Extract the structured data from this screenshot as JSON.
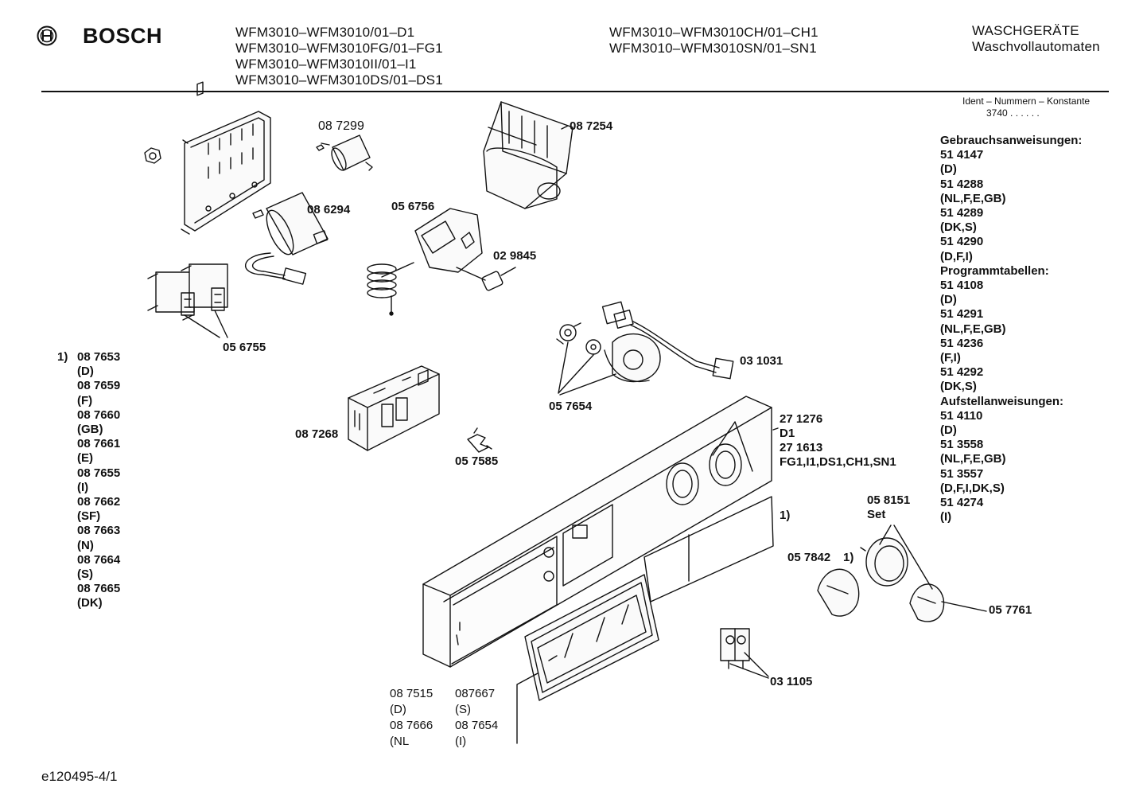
{
  "header": {
    "brand": "BOSCH",
    "models_left": [
      "WFM3010–WFM3010/01–D1",
      "WFM3010–WFM3010FG/01–FG1",
      "WFM3010–WFM3010II/01–I1",
      "WFM3010–WFM3010DS/01–DS1"
    ],
    "models_right": [
      "WFM3010–WFM3010CH/01–CH1",
      "WFM3010–WFM3010SN/01–SN1"
    ],
    "category_line1": "WASCHGERÄTE",
    "category_line2": "Waschvollautomaten"
  },
  "ident": {
    "label": "Ident – Nummern – Konstante",
    "value": "3740 . .   . . . ."
  },
  "index": [
    "Gebrauchsanweisungen:",
    "51 4147",
    "(D)",
    "51 4288",
    "(NL,F,E,GB)",
    "51 4289",
    "(DK,S)",
    "51 4290",
    "(D,F,I)",
    "Programmtabellen:",
    "51 4108",
    "(D)",
    "51 4291",
    "(NL,F,E,GB)",
    "51 4236",
    "(F,I)",
    "51 4292",
    "(DK,S)",
    "Aufstellanweisungen:",
    "51 4110",
    "(D)",
    "51 3558",
    "(NL,F,E,GB)",
    "51 3557",
    "(D,F,I,DK,S)",
    "51 4274",
    "(I)"
  ],
  "note1_marker": "1)",
  "note1_list": [
    "08 7653",
    "(D)",
    "08 7659",
    "(F)",
    "08 7660",
    "(GB)",
    "08 7661",
    "(E)",
    "08 7655",
    "(I)",
    "08 7662",
    "(SF)",
    "08 7663",
    "(N)",
    "08 7664",
    "(S)",
    "08 7665",
    "(DK)"
  ],
  "parts": {
    "p087299": "08 7299",
    "p087254": "08 7254",
    "p086294": "08 6294",
    "p056756": "05 6756",
    "p029845": "02 9845",
    "p056755": "05 6755",
    "p031031": "03 1031",
    "p057654": "05 7654",
    "p087268": "08 7268",
    "p057585": "05 7585",
    "panel_line1": "27 1276",
    "panel_line2": "D1",
    "panel_line3": "27 1613",
    "panel_line4": "FG1,I1,DS1,CH1,SN1",
    "note_ref_panel": "1)",
    "knobset_line1": "05 8151",
    "knobset_line2": "Set",
    "p057842": "05 7842",
    "note_ref_knob": "1)",
    "p057761": "05 7761",
    "p031105": "03 1105"
  },
  "bottom_table": [
    [
      "08 7515",
      "087667"
    ],
    [
      "(D)",
      "(S)"
    ],
    [
      "08 7666",
      "08 7654"
    ],
    [
      "(NL",
      "(I)"
    ]
  ],
  "footer_code": "e120495-4/1"
}
